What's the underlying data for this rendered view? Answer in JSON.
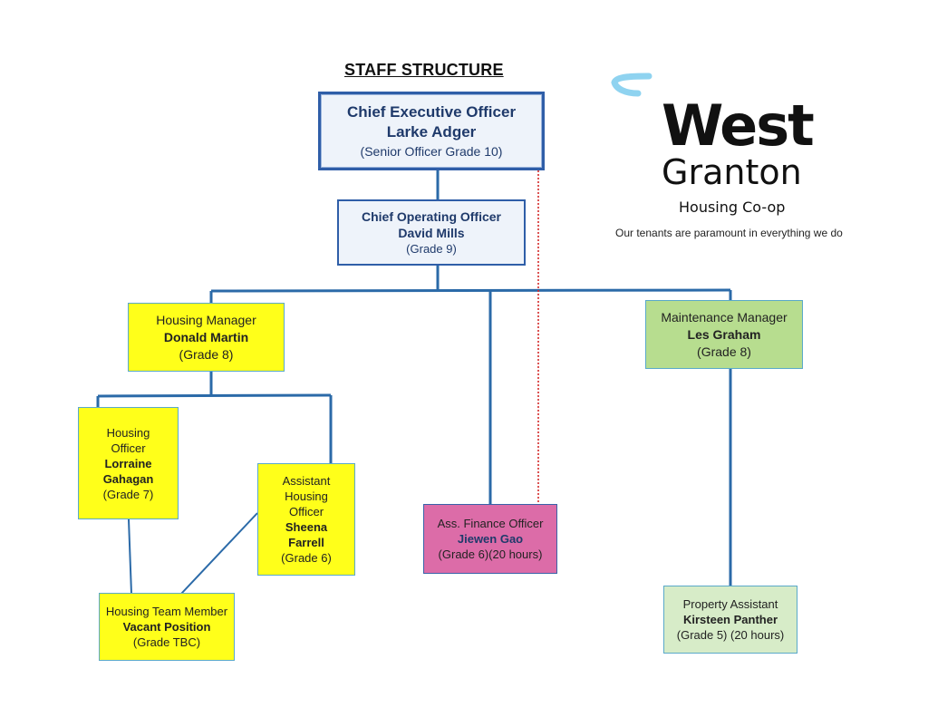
{
  "title": "STAFF STRUCTURE",
  "logo": {
    "line1": "West",
    "line2": "Granton",
    "line3": "Housing Co-op",
    "tagline": "Our tenants are paramount in everything we do",
    "accent": "#8fd3f0"
  },
  "colors": {
    "line": "#2b6aa8",
    "dotted": "#d42a2a",
    "yellow": "#ffff1a",
    "green": "#b7dd8f",
    "pink": "#dc6ca8"
  },
  "nodes": {
    "ceo": {
      "role": "Chief Executive Officer",
      "name": "Larke Adger",
      "grade": "(Senior Officer Grade 10)"
    },
    "coo": {
      "role": "Chief Operating Officer",
      "name": "David Mills",
      "grade": "(Grade 9)"
    },
    "housing_manager": {
      "role": "Housing Manager",
      "name": "Donald Martin",
      "grade": "(Grade 8)"
    },
    "maintenance_manager": {
      "role": "Maintenance Manager",
      "name": "Les Graham",
      "grade": "(Grade 8)"
    },
    "housing_officer": {
      "role1": "Housing",
      "role2": "Officer",
      "name1": "Lorraine",
      "name2": "Gahagan",
      "grade": "(Grade 7)"
    },
    "assistant_housing_officer": {
      "role1": "Assistant",
      "role2": "Housing",
      "role3": "Officer",
      "name1": "Sheena",
      "name2": "Farrell",
      "grade": "(Grade 6)"
    },
    "finance_officer": {
      "role": "Ass. Finance Officer",
      "name": "Jiewen Gao",
      "grade": "(Grade 6)(20 hours)"
    },
    "housing_team_member": {
      "role": "Housing Team Member",
      "name": "Vacant Position",
      "grade": "(Grade TBC)"
    },
    "property_assistant": {
      "role": "Property Assistant",
      "name": "Kirsteen Panther",
      "grade": "(Grade 5) (20 hours)"
    }
  }
}
